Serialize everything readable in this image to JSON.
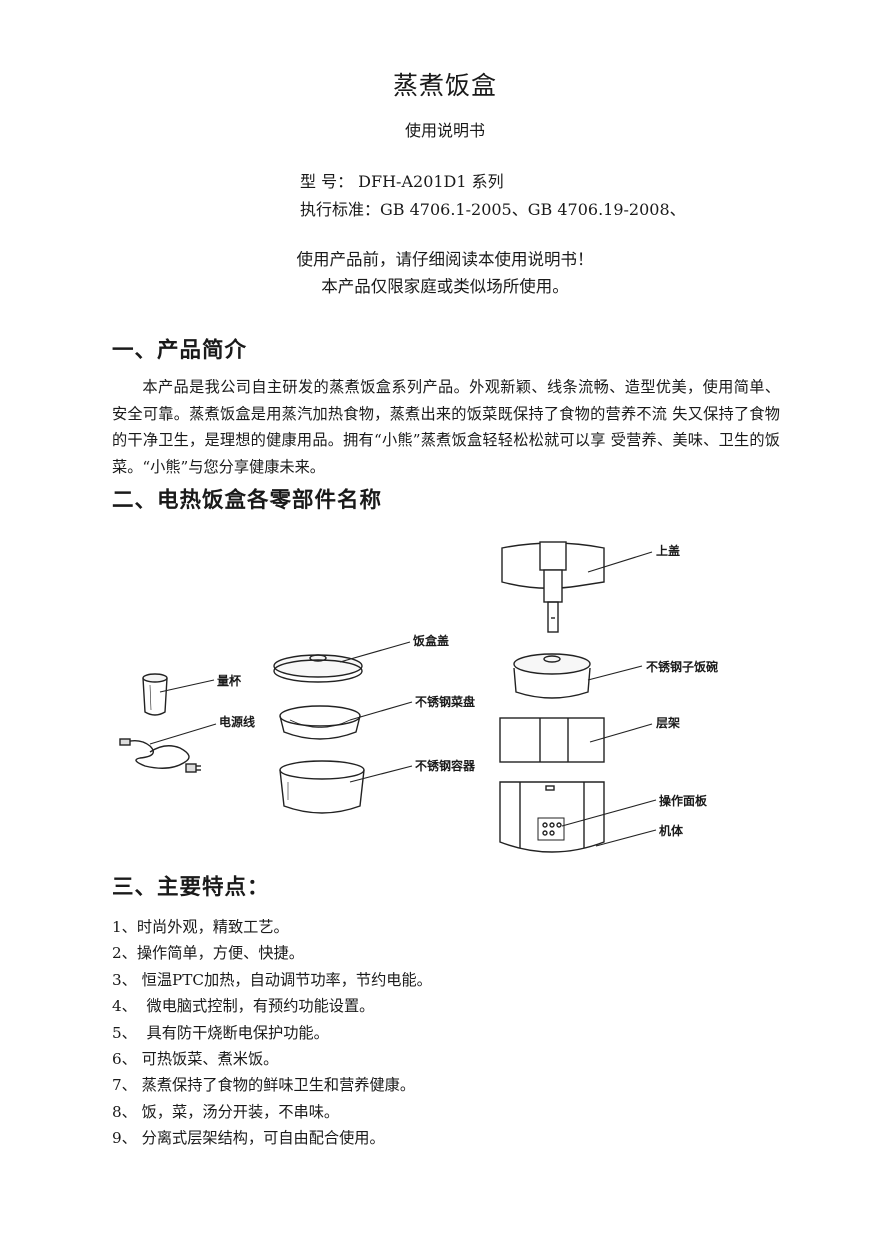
{
  "header": {
    "title": "蒸煮饭盒",
    "subtitle": "使用说明书",
    "model_line": "型 号： DFH-A201D1 系列",
    "standard_line": "执行标准：GB 4706.1-2005、GB 4706.19-2008、",
    "notice_1": "使用产品前，请仔细阅读本使用说明书！",
    "notice_2": "本产品仅限家庭或类似场所使用。"
  },
  "section1": {
    "heading": "一、产品简介",
    "body": "本产品是我公司自主研发的蒸煮饭盒系列产品。外观新颖、线条流畅、造型优美，使用简单、安全可靠。蒸煮饭盒是用蒸汽加热食物，蒸煮出来的饭菜既保持了食物的营养不流 失又保持了食物的干净卫生，是理想的健康用品。拥有“小熊”蒸煮饭盒轻轻松松就可以享 受营养、美味、卫生的饭菜。“小熊”与您分享健康未来。"
  },
  "section2": {
    "heading": "二、电热饭盒各零部件名称",
    "parts": {
      "measuring_cup": "量杯",
      "power_cord": "电源线",
      "box_lid": "饭盒盖",
      "dish_tray": "不锈钢菜盘",
      "container": "不锈钢容器",
      "top_cover": "上盖",
      "steel_bowl": "不锈钢子饭碗",
      "rack": "层架",
      "control_panel": "操作面板",
      "body": "机体"
    }
  },
  "section3": {
    "heading": "三、主要特点：",
    "items": [
      "1、时尚外观，精致工艺。",
      "2、操作简单，方便、快捷。",
      "3、 恒温PTC加热，自动调节功率，节约电能。",
      "4、  微电脑式控制，有预约功能设置。",
      "5、  具有防干烧断电保护功能。",
      "6、 可热饭菜、煮米饭。",
      "7、 蒸煮保持了食物的鲜味卫生和营养健康。",
      "8、 饭，菜，汤分开装，不串味。",
      "9、 分离式层架结构，可自由配合使用。"
    ]
  }
}
